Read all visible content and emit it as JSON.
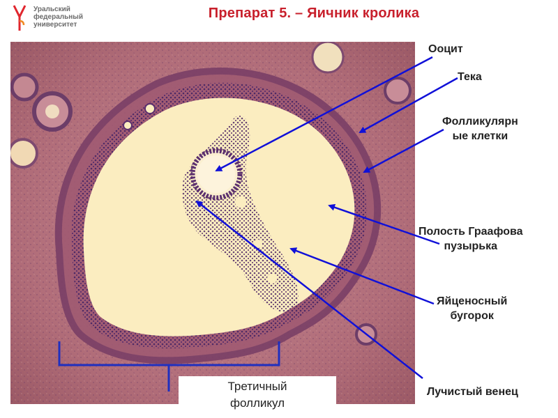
{
  "header": {
    "logo_lines": [
      "Уральский",
      "федеральный",
      "университет"
    ],
    "title": "Препарат 5. – Яичник кролика"
  },
  "labels": {
    "oocyte": "Ооцит",
    "theca": "Тека",
    "follicular_cells_line1": "Фолликулярн",
    "follicular_cells_line2": "ые клетки",
    "cavity_line1": "Полость Граафова",
    "cavity_line2": "пузырька",
    "cumulus_line1": "Яйценосный",
    "cumulus_line2": "бугорок",
    "corona": "Лучистый венец"
  },
  "caption": {
    "line1": "Третичный",
    "line2": "фолликул"
  },
  "colors": {
    "title": "#c8202c",
    "arrow": "#1010d8",
    "bracket": "#1f2fbf",
    "tissue": "#b9737e",
    "cavity": "#fbedc0"
  }
}
